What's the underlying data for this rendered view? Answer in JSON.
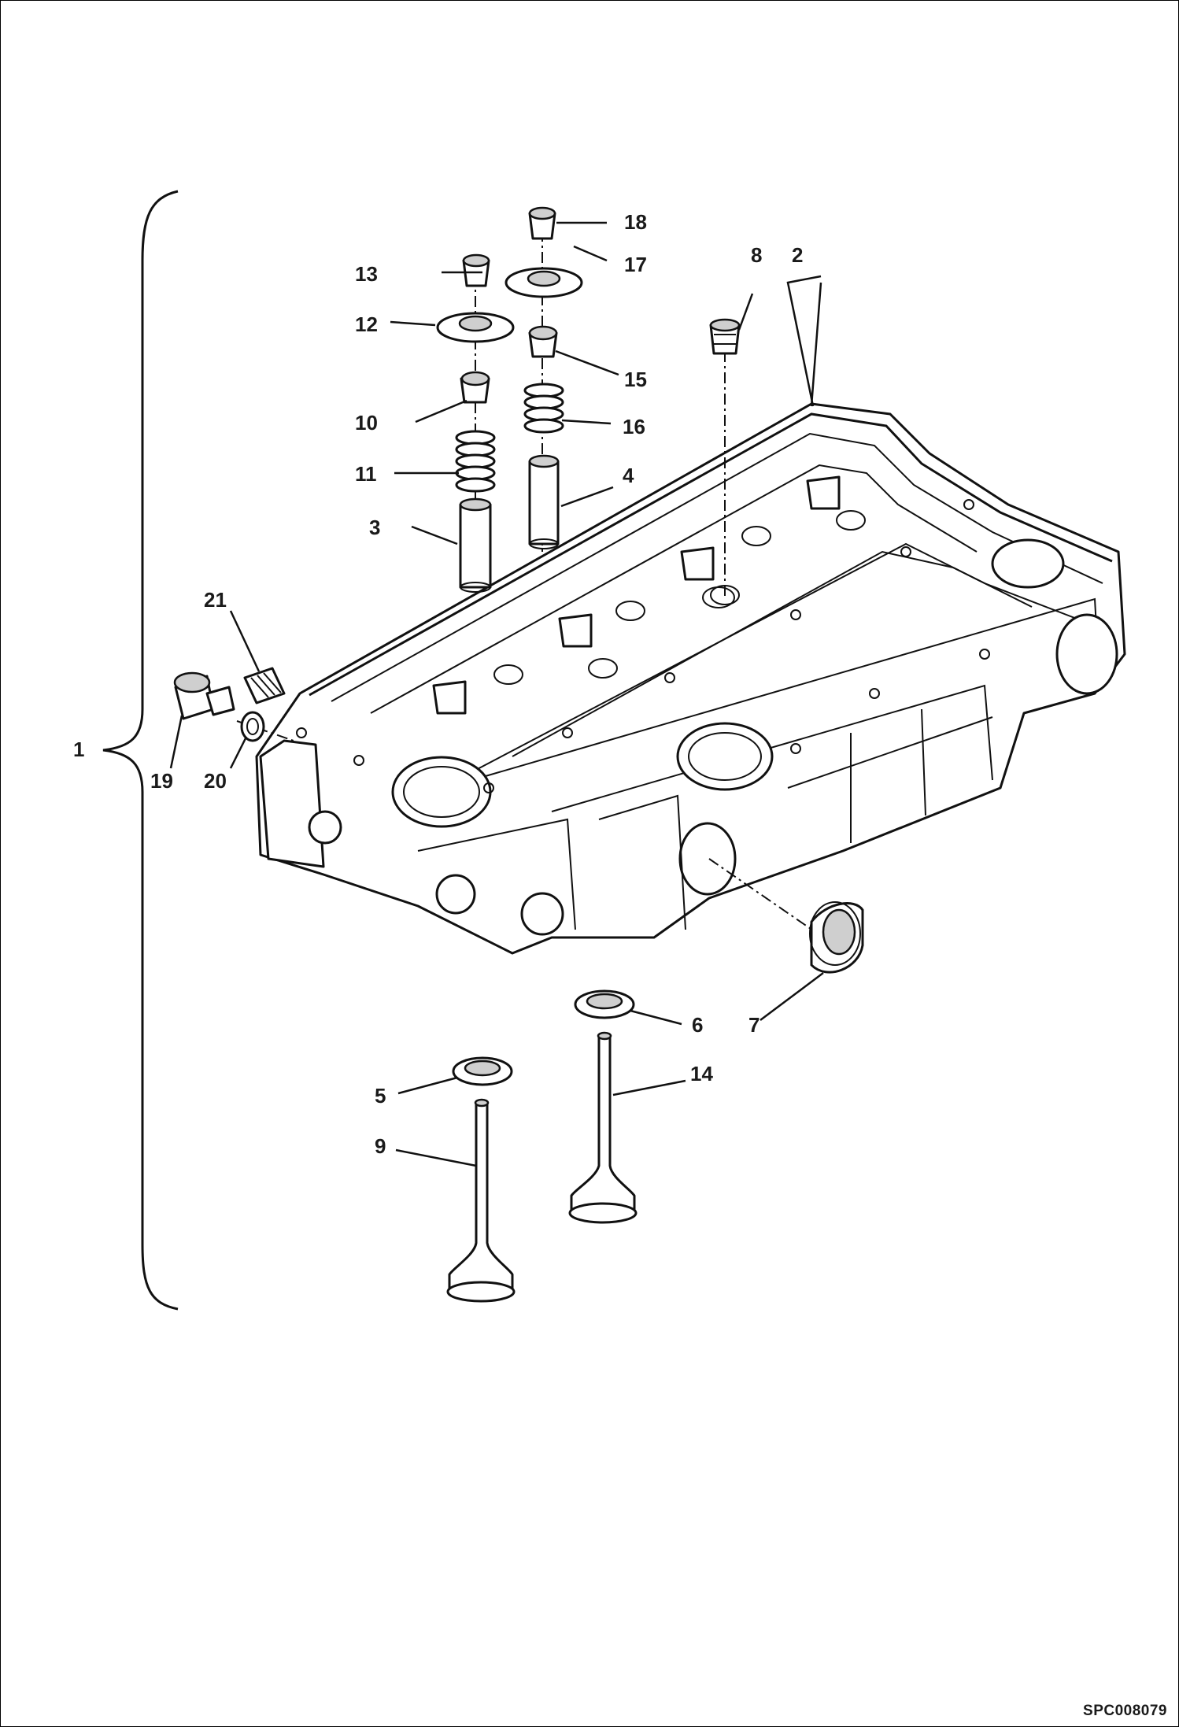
{
  "diagram": {
    "reference_code": "SPC008079",
    "callouts": [
      "1",
      "2",
      "3",
      "4",
      "5",
      "6",
      "7",
      "8",
      "9",
      "10",
      "11",
      "12",
      "13",
      "14",
      "15",
      "16",
      "17",
      "18",
      "19",
      "20",
      "21"
    ]
  }
}
